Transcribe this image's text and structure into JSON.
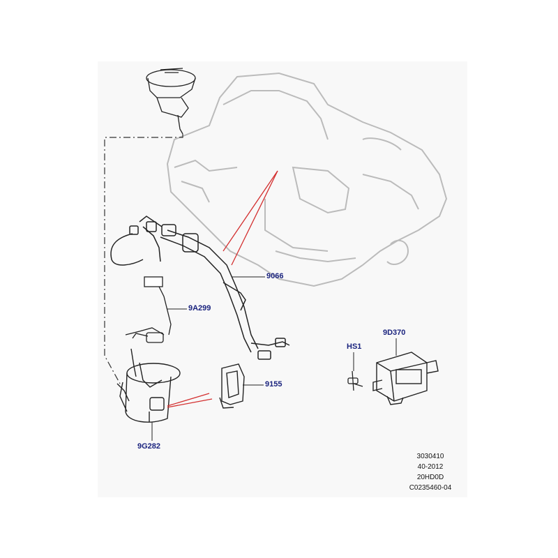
{
  "callouts": {
    "fuel_pump_cover": "9066",
    "fuel_level_sensor": "9A299",
    "bracket": "9155",
    "fuel_pump_module": "9G282",
    "bolt": "HS1",
    "control_module": "9D370"
  },
  "reference": {
    "line1": "3030410",
    "line2": "40-2012",
    "line3": "20HD0D",
    "line4": "C0235460-04"
  },
  "colors": {
    "panel": "#f8f8f8",
    "line_art": "#222222",
    "ghost_tank": "#bbbbbb",
    "leader_red": "#d32f2f",
    "callout_text": "#1a237e"
  }
}
